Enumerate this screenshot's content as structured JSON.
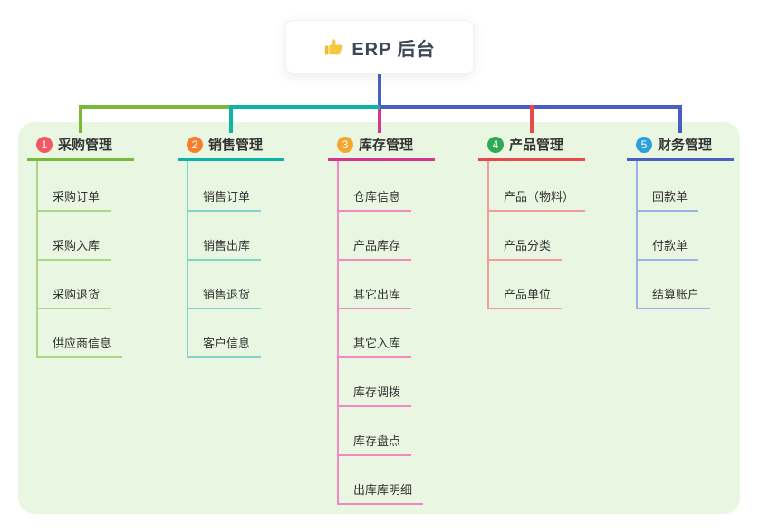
{
  "root": {
    "label": "ERP 后台",
    "icon": "thumbs-up-icon"
  },
  "palette": {
    "panel_bg": "#e9f6e1",
    "root_line": "#4a5fc4",
    "text": "#333333"
  },
  "branches": [
    {
      "num": "1",
      "label": "采购管理",
      "badge_color": "#f25862",
      "line_color": "#7ab83c",
      "light_color": "#a9d786",
      "children": [
        "采购订单",
        "采购入库",
        "采购退货",
        "供应商信息"
      ]
    },
    {
      "num": "2",
      "label": "销售管理",
      "badge_color": "#f67f2f",
      "line_color": "#0db3a6",
      "light_color": "#7fd3ca",
      "children": [
        "销售订单",
        "销售出库",
        "销售退货",
        "客户信息"
      ]
    },
    {
      "num": "3",
      "label": "库存管理",
      "badge_color": "#f6a52d",
      "line_color": "#d6368f",
      "light_color": "#ef8ac0",
      "children": [
        "仓库信息",
        "产品库存",
        "其它出库",
        "其它入库",
        "库存调拨",
        "库存盘点",
        "出库库明细"
      ]
    },
    {
      "num": "4",
      "label": "产品管理",
      "badge_color": "#2eab52",
      "line_color": "#e9494c",
      "light_color": "#f29c9c",
      "children": [
        "产品（物料）",
        "产品分类",
        "产品单位"
      ]
    },
    {
      "num": "5",
      "label": "财务管理",
      "badge_color": "#2ba0da",
      "line_color": "#4a5fc4",
      "light_color": "#9db1e6",
      "children": [
        "回款单",
        "付款单",
        "结算账户"
      ]
    }
  ]
}
